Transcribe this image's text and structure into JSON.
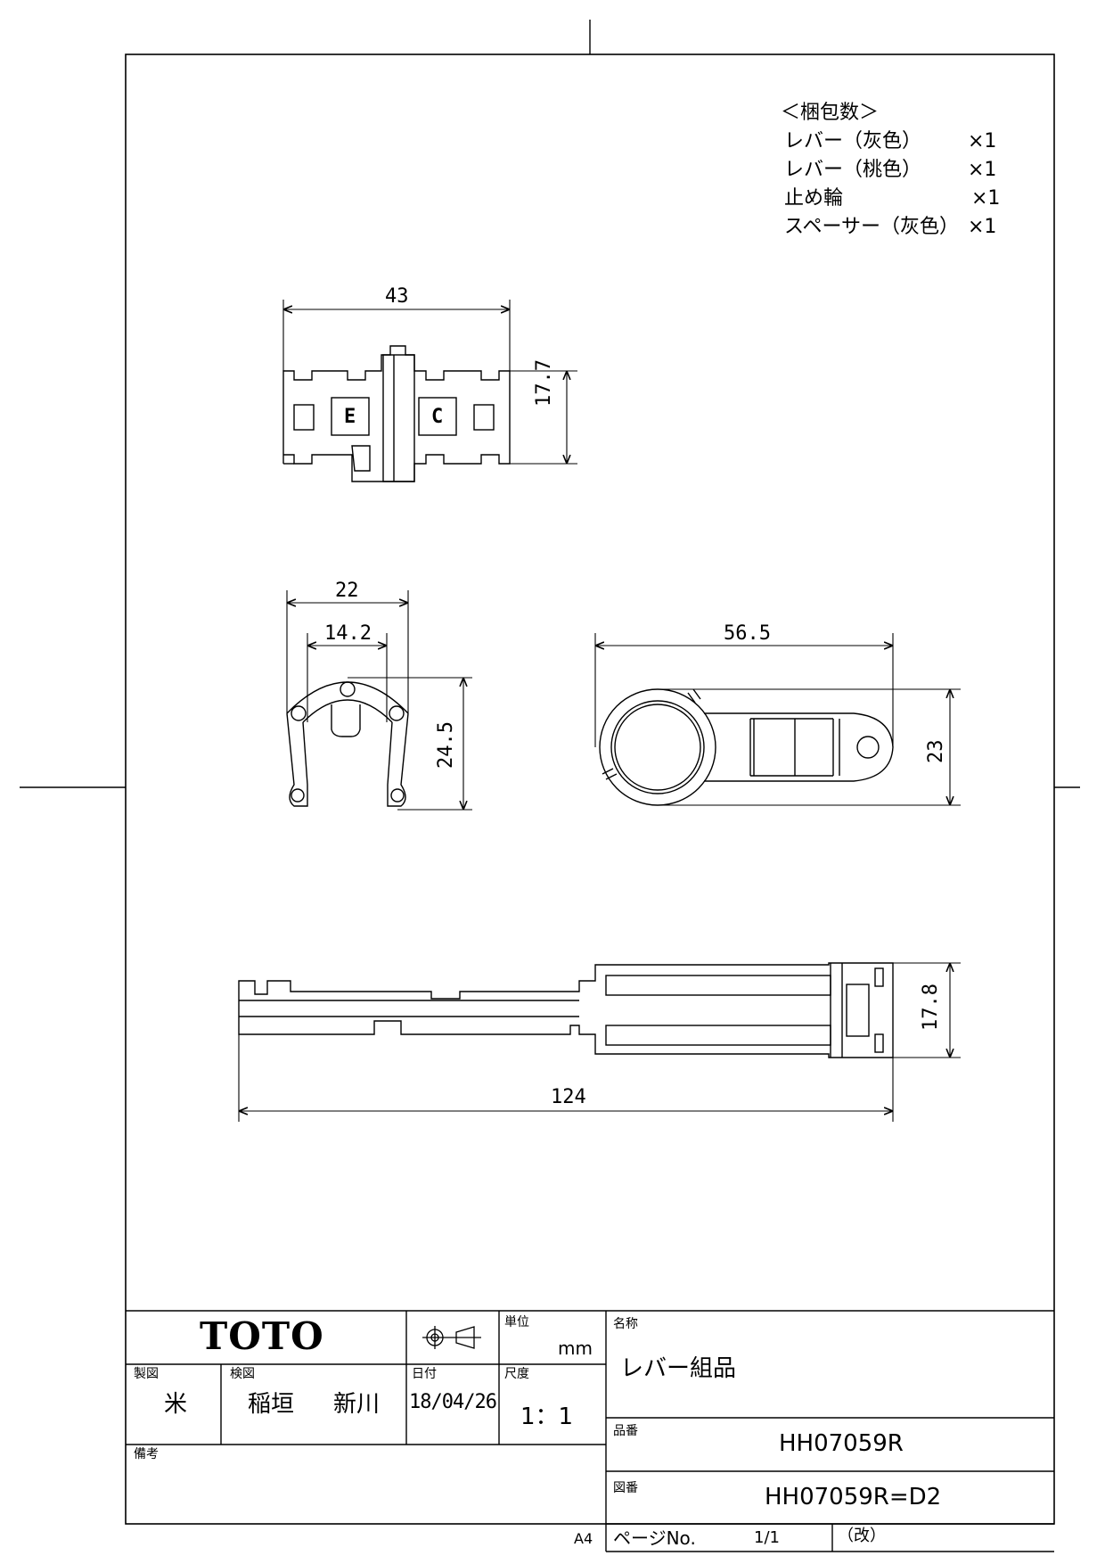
{
  "packing": {
    "heading": "＜梱包数＞",
    "items": [
      {
        "name": "レバー（灰色）",
        "qty": "×1"
      },
      {
        "name": "レバー（桃色）",
        "qty": "×1"
      },
      {
        "name": "止め輪",
        "qty": "×1"
      },
      {
        "name": "スペーサー（灰色）",
        "qty": "×1"
      }
    ]
  },
  "dimensions": {
    "spacer_width": "43",
    "spacer_height": "17.7",
    "spacer_mark_e": "E",
    "spacer_mark_c": "C",
    "ring_outer_width": "22",
    "ring_inner_width": "14.2",
    "ring_height": "24.5",
    "lever_width": "56.5",
    "lever_height": "23",
    "rod_length": "124",
    "rod_height": "17.8"
  },
  "title_block": {
    "brand": "TOTO",
    "unit_label": "単位",
    "unit_value": "mm",
    "name_label": "名称",
    "name_value": "レバー組品",
    "drafter_label": "製図",
    "drafter_value": "米",
    "checker_label": "検図",
    "checker_value_1": "稲垣",
    "checker_value_2": "新川",
    "date_label": "日付",
    "date_value": "18/04/26",
    "scale_label": "尺度",
    "scale_value": "1：1",
    "part_no_label": "品番",
    "part_no_value": "HH07059R",
    "remarks_label": "備考",
    "drawing_no_label": "図番",
    "drawing_no_value": "HH07059R=D2",
    "paper_size": "A4",
    "page_label": "ページNo.",
    "page_value": "1/1",
    "revision_label": "（改）"
  }
}
